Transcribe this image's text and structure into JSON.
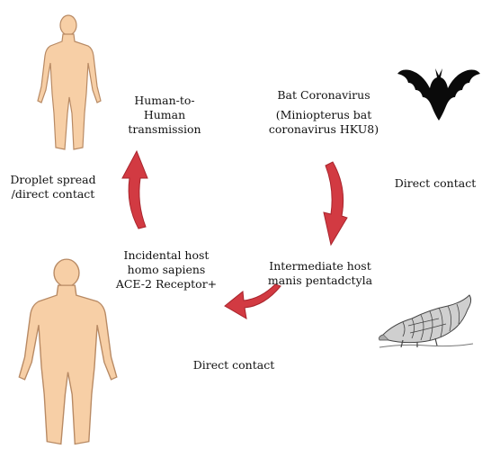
{
  "nodes": {
    "human_to_human": {
      "lines": [
        "Human-to-",
        "Human",
        "transmission"
      ]
    },
    "bat": {
      "lines": [
        "Bat Coronavirus",
        "(Miniopterus bat",
        "coronavirus HKU8)"
      ]
    },
    "droplet": {
      "lines": [
        "Droplet spread",
        "/direct contact"
      ]
    },
    "direct_contact_right": {
      "text": "Direct contact"
    },
    "incidental_host": {
      "lines": [
        "Incidental host",
        "homo sapiens",
        "ACE-2 Receptor+"
      ]
    },
    "intermediate_host": {
      "lines": [
        "Intermediate host",
        "manis pentadctyla"
      ]
    },
    "direct_contact_bottom": {
      "text": "Direct contact"
    }
  },
  "colors": {
    "arrow": "#d23a42",
    "arrow_dark": "#a8242c",
    "skin": "#f7cfa6",
    "skin_stroke": "#b88a64",
    "bat": "#0a0a0a"
  },
  "icons": [
    "human-figure-icon",
    "bat-icon",
    "pangolin-icon",
    "curved-arrow-icon"
  ]
}
